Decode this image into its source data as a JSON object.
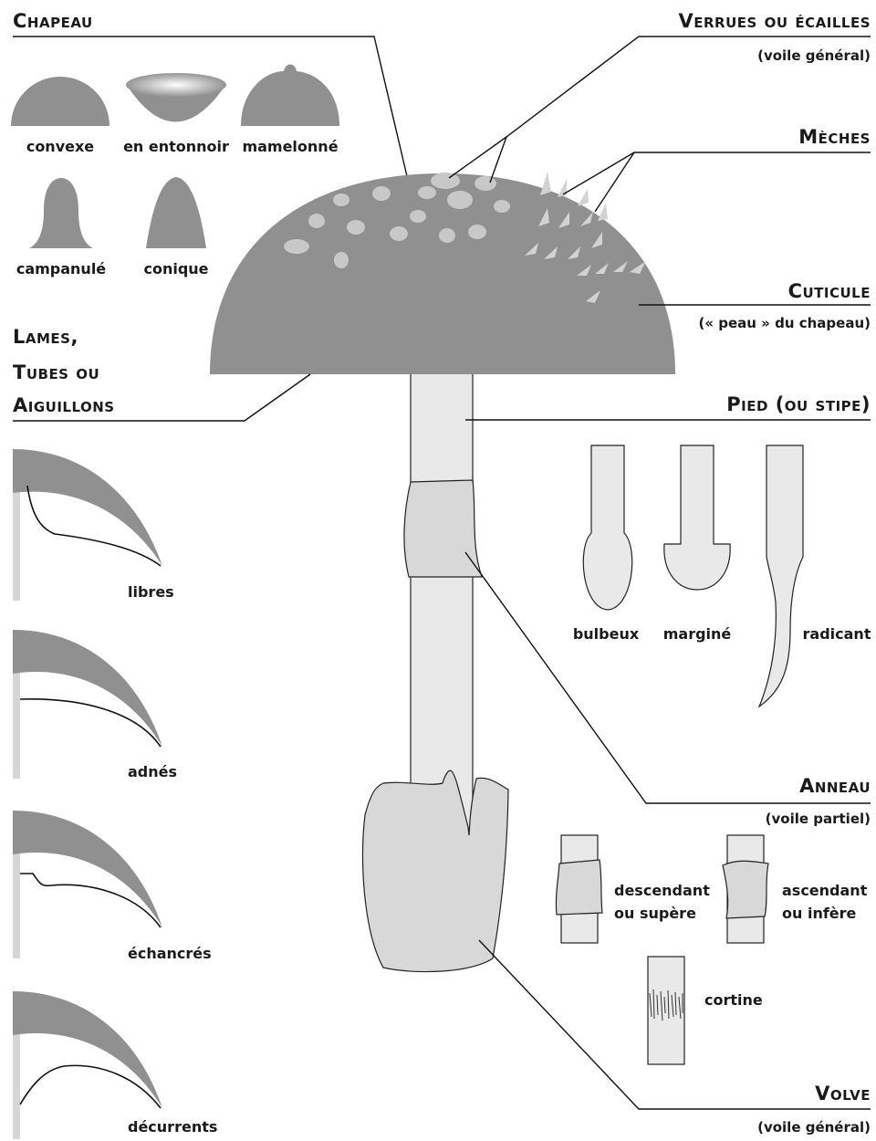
{
  "headings": {
    "chapeau": "Chapeau",
    "verrues": "Verrues ou écailles",
    "verrues_note": "(voile général)",
    "meches": "Mèches",
    "cuticule": "Cuticule",
    "cuticule_note": "(« peau » du chapeau)",
    "lames_1": "Lames,",
    "lames_2": "Tubes ou",
    "lames_3": "Aiguillons",
    "pied": "Pied (ou stipe)",
    "anneau": "Anneau",
    "anneau_note": "(voile partiel)",
    "volve": "Volve",
    "volve_note": "(voile général)"
  },
  "cap_shapes": [
    "convexe",
    "en entonnoir",
    "mamelonné",
    "campanulé",
    "conique"
  ],
  "gill_types": [
    "libres",
    "adnés",
    "échancrés",
    "décurrents"
  ],
  "stem_bases": [
    "bulbeux",
    "marginé",
    "radicant"
  ],
  "ring_types": {
    "descendant_1": "descendant",
    "descendant_2": "ou supère",
    "ascendant_1": "ascendant",
    "ascendant_2": "ou infère",
    "cortine": "cortine"
  },
  "colors": {
    "cap": "#909090",
    "ring": "#d8d8d8",
    "stem": "#e9e9e9",
    "spots": "#c8c8c8",
    "line": "#111111"
  }
}
